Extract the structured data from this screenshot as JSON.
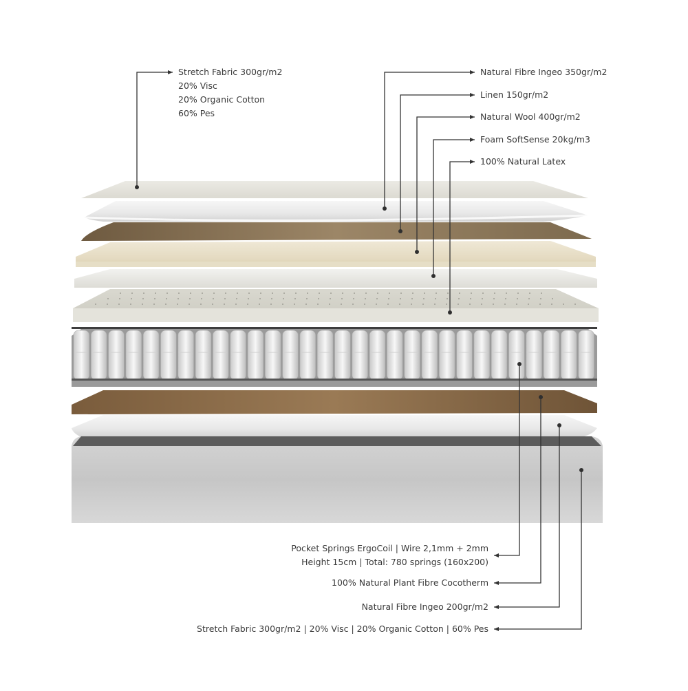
{
  "top_callouts": {
    "cover_top": [
      "Stretch Fabric 300gr/m2",
      "20% Visc",
      "20% Organic Cotton",
      "60% Pes"
    ],
    "ingeo_top": "Natural Fibre Ingeo 350gr/m2",
    "linen": "Linen 150gr/m2",
    "wool": "Natural Wool 400gr/m2",
    "foam": "Foam SoftSense 20kg/m3",
    "latex": "100% Natural Latex"
  },
  "bottom_callouts": {
    "springs": [
      "Pocket Springs ErgoCoil | Wire 2,1mm + 2mm",
      "Height 15cm | Total: 780 springs (160x200)"
    ],
    "coco": "100% Natural Plant Fibre Cocotherm",
    "ingeo_bottom": "Natural Fibre Ingeo 200gr/m2",
    "cover_bottom": "Stretch Fabric 300gr/m2 | 20% Visc | 20% Organic Cotton | 60% Pes"
  },
  "colors": {
    "line": "#333333",
    "fabric": "#e7e5de",
    "linen": "#b59f80",
    "wool": "#ece4cf",
    "latex": "#d8d7cf",
    "coco": "#8a6a47",
    "base": "#cacaca"
  }
}
